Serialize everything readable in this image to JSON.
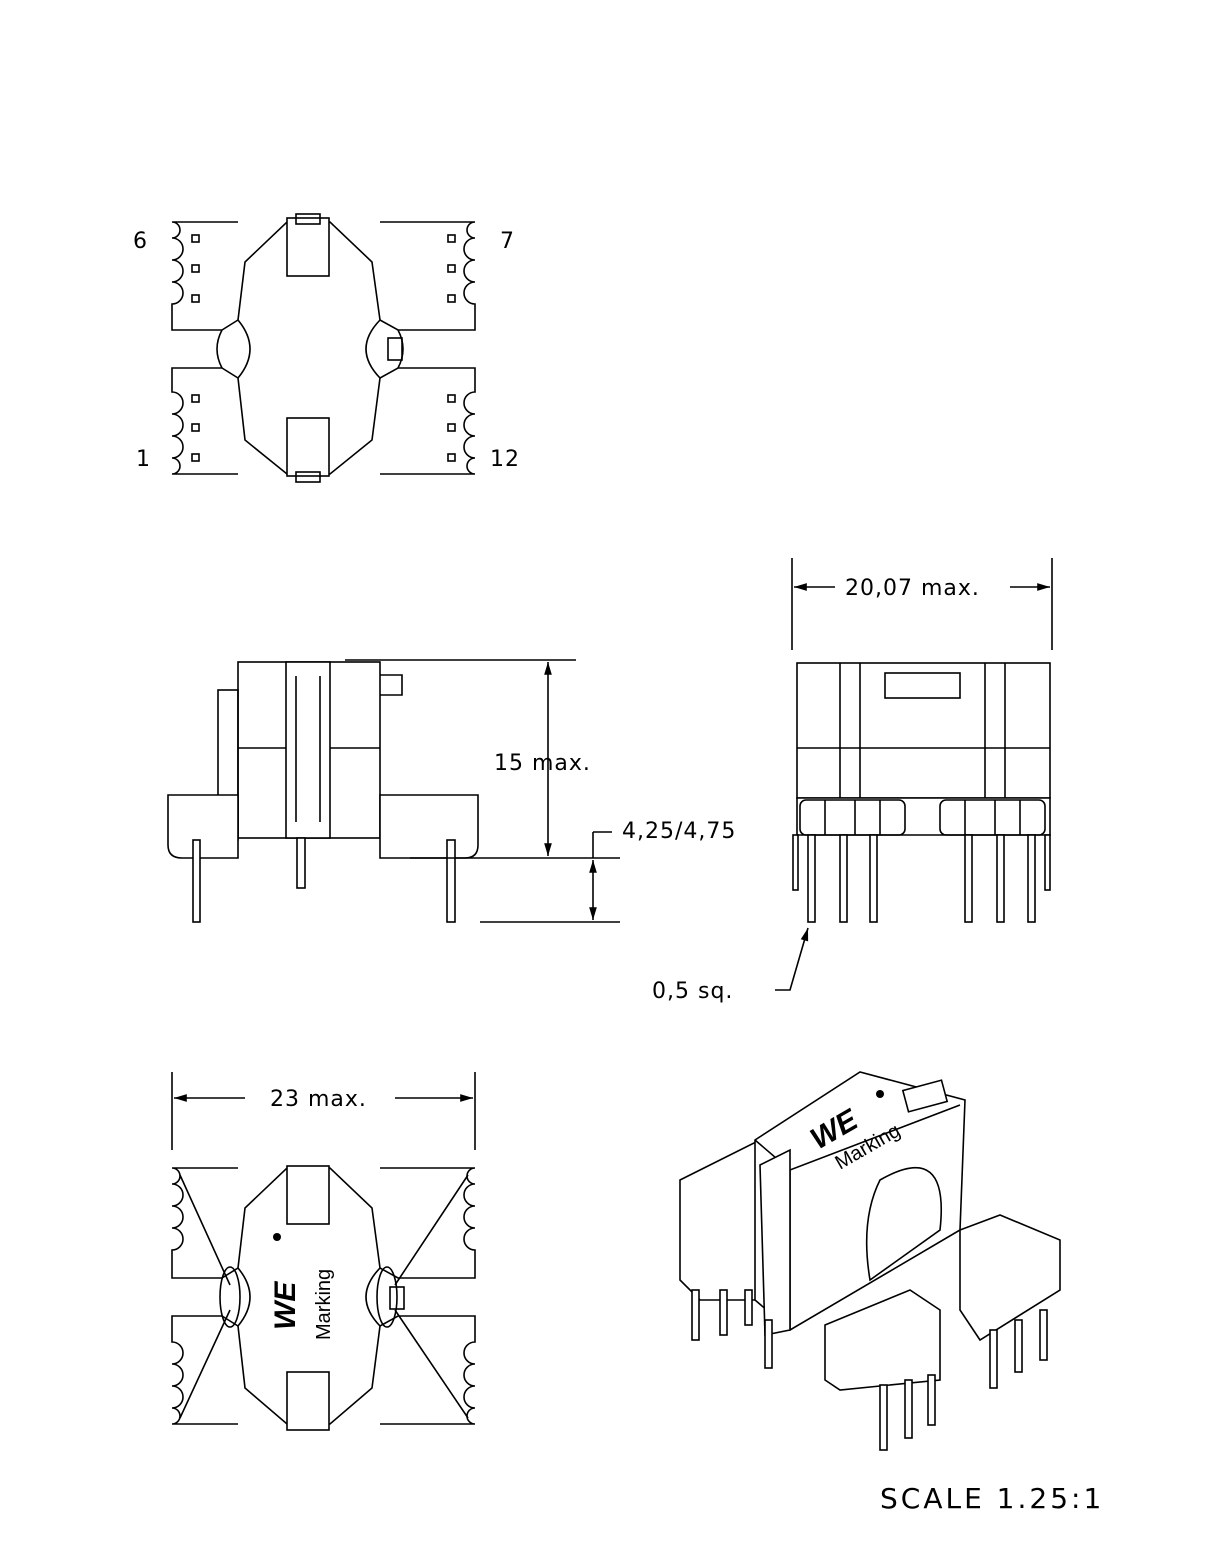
{
  "top_view": {
    "pin_labels": {
      "top_left": "6",
      "top_right": "7",
      "bottom_left": "1",
      "bottom_right": "12"
    }
  },
  "side_view": {
    "height_dim": "15 max.",
    "pin_length_dim": "4,25/4,75"
  },
  "front_view": {
    "width_dim": "20,07 max.",
    "pin_size": "0,5 sq."
  },
  "bottom_view": {
    "width_dim": "23 max.",
    "marking": "Marking",
    "logo": "WE"
  },
  "iso_view": {
    "marking": "Marking",
    "logo": "WE"
  },
  "scale": "SCALE 1.25:1"
}
